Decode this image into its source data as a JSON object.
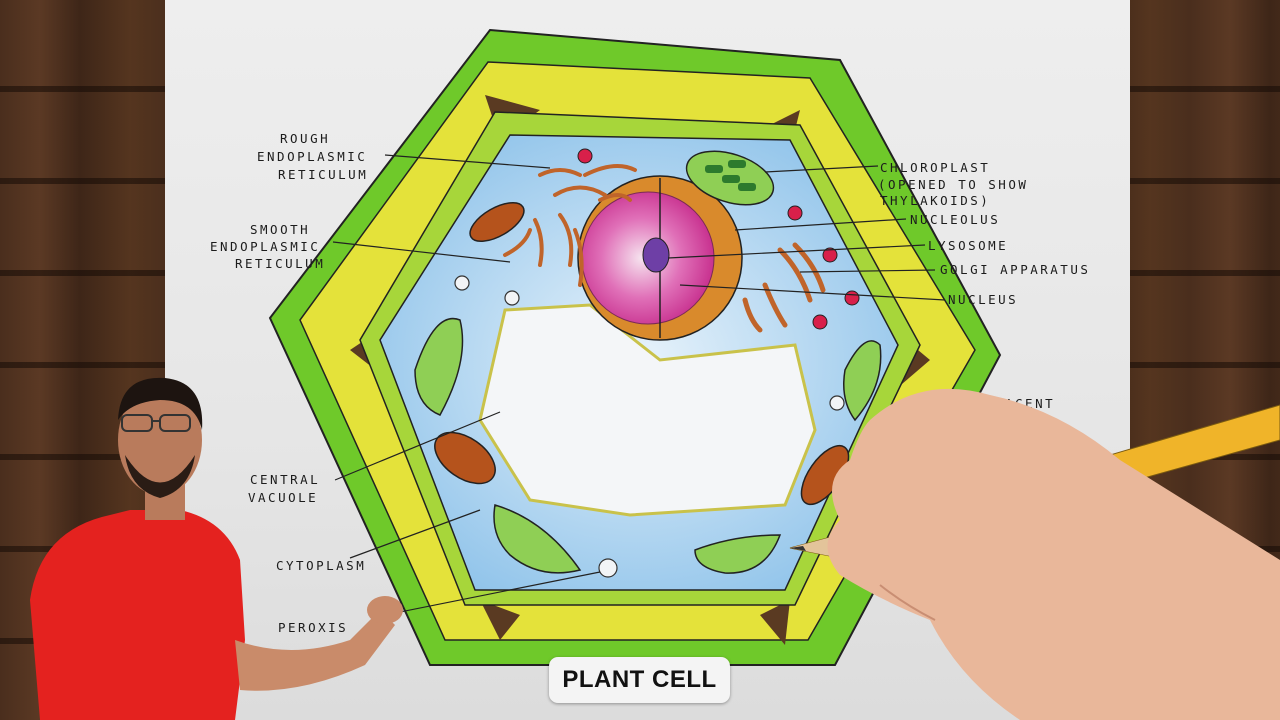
{
  "title": "PLANT CELL",
  "labels_left": {
    "rough_er": [
      "ROUGH",
      "ENDOPLASMIC",
      "RETICULUM"
    ],
    "smooth_er": [
      "SMOOTH",
      "ENDOPLASMIC",
      "RETICULUM"
    ],
    "central_vacuole": [
      "CENTRAL",
      "VACUOLE"
    ],
    "cytoplasm": "CYTOPLASM",
    "peroxisome": "PEROXIS"
  },
  "labels_right": {
    "chloroplast": [
      "CHLOROPLAST",
      "(OPENED TO SHOW",
      "THYLAKOIDS)"
    ],
    "nucleolus": "NUCLEOLUS",
    "lysosome": "LYSOSOME",
    "golgi": "GOLGI  APPARATUS",
    "nucleus": "NUCLEUS",
    "adjacent": "ACENT"
  },
  "colors": {
    "cell_wall": "#6fc92a",
    "wall_yellow": "#e4e23a",
    "cytoplasm": "#b8d8f0",
    "nucleus": "#e066b4",
    "nuclear_envelope": "#d98a2c",
    "nucleolus": "#6e3fa6",
    "mitochondria": "#b5531c",
    "chloroplast": "#8fcf55",
    "lysosome": "#d8204a",
    "wood": "#4a2e1d"
  }
}
